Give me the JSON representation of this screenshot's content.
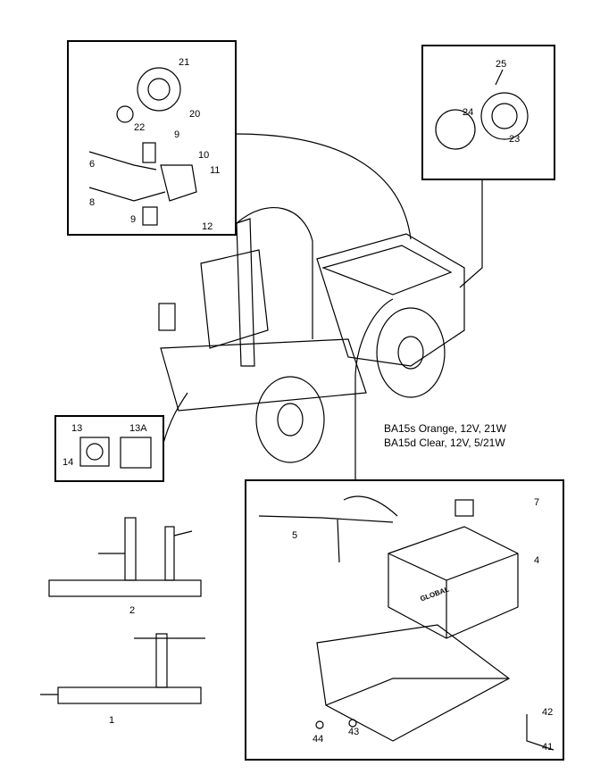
{
  "note": {
    "line1": "BA15s Orange, 12V, 21W",
    "line2": "BA15d Clear, 12V, 5/21W"
  },
  "battery_logo": "GLOBAL",
  "callouts": {
    "c21": "21",
    "c20": "20",
    "c22": "22",
    "c9a": "9",
    "c10": "10",
    "c6": "6",
    "c11": "11",
    "c8": "8",
    "c9b": "9",
    "c12": "12",
    "c25": "25",
    "c24": "24",
    "c23": "23",
    "c13": "13",
    "c13a": "13A",
    "c14": "14",
    "c7": "7",
    "c5": "5",
    "c4": "4",
    "c42": "42",
    "c41": "41",
    "c44": "44",
    "c43": "43",
    "c2": "2",
    "c1": "1"
  }
}
